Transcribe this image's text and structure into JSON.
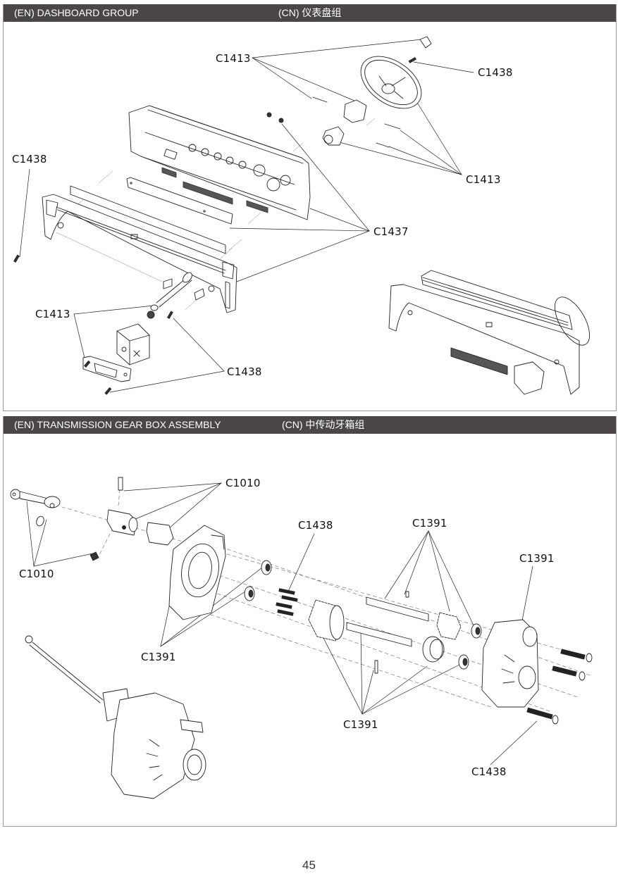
{
  "sections": {
    "dashboard": {
      "title_en": "(EN) DASHBOARD GROUP",
      "title_cn": "(CN) 仪表盘组",
      "callouts": [
        "C1413",
        "C1438",
        "C1438",
        "C1413",
        "C1437",
        "C1413",
        "C1438"
      ]
    },
    "transmission": {
      "title_en": "(EN) TRANSMISSION GEAR BOX ASSEMBLY",
      "title_cn": "(CN) 中传动牙箱组",
      "callouts": [
        "C1010",
        "C1010",
        "C1438",
        "C1391",
        "C1391",
        "C1391",
        "C1391",
        "C1438"
      ]
    }
  },
  "colors": {
    "header_bg": "#4a4645",
    "header_text": "#ffffff",
    "border": "#9a9a9a",
    "line": "#222222"
  },
  "page_number": "45"
}
